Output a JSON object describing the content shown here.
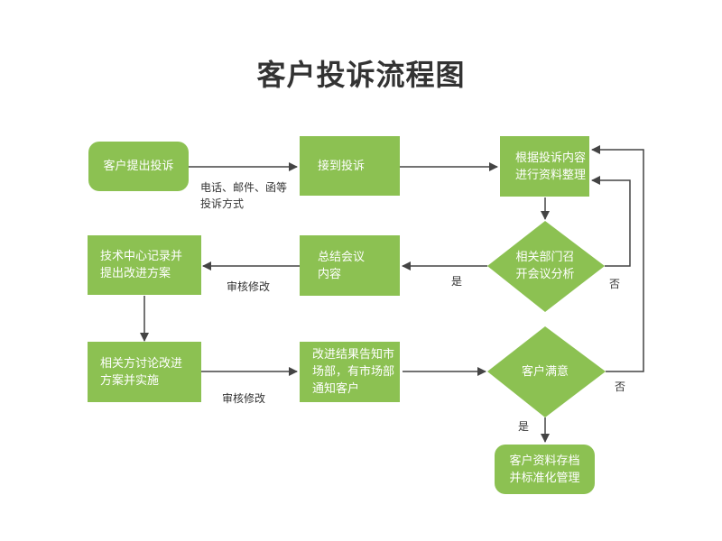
{
  "title": "客户投诉流程图",
  "colors": {
    "node_fill": "#8cc152",
    "node_text": "#ffffff",
    "line": "#444444",
    "title_text": "#333333"
  },
  "nodes": {
    "complaint_submit": "客户提出投诉",
    "receive_complaint": "接到投诉",
    "organize_data": "根据投诉内容进行资料整理",
    "dept_meeting": "相关部门召开会议分析",
    "summarize_meeting": "总结会议内容",
    "tech_center": "技术中心记录并提出改进方案",
    "discuss_implement": "相关方讨论改进方案并实施",
    "inform_result": "改进结果告知市场部，有市场部通知客户",
    "customer_satisfied": "客户满意",
    "archive": "客户资料存档并标准化管理"
  },
  "edge_labels": {
    "channels": "电话、邮件、函等投诉方式",
    "review_1": "审核修改",
    "review_2": "审核修改",
    "yes_1": "是",
    "no_1": "否",
    "yes_2": "是",
    "no_2": "否"
  }
}
